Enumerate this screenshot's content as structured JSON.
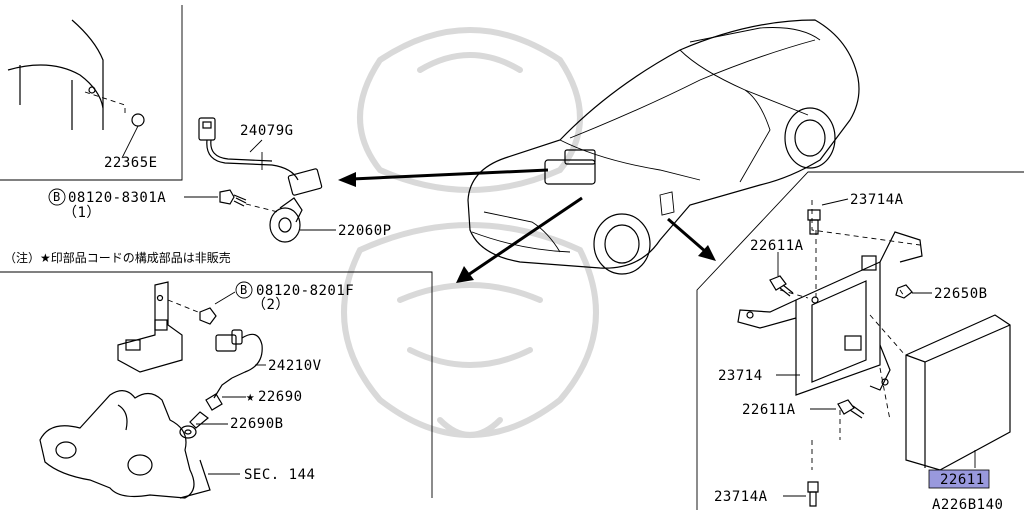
{
  "diagram": {
    "code": "A226B140",
    "note": "（注）★印部品コードの構成部品は非販売",
    "highlight_color": "#9999dd"
  },
  "parts": {
    "p22365E": "22365E",
    "p24079G": "24079G",
    "p08120_8301A": "08120-8301A",
    "p08120_8301A_qty": "（1）",
    "p22060P": "22060P",
    "p08120_8201F": "08120-8201F",
    "p08120_8201F_qty": "（2）",
    "p24210V": "24210V",
    "p22690": "22690",
    "p22690B": "22690B",
    "sec144": "SEC. 144",
    "p23714A_top": "23714A",
    "p22611A_top": "22611A",
    "p22650B": "22650B",
    "p23714": "23714",
    "p22611A_mid": "22611A",
    "p23714A_bottom": "23714A",
    "p22611": "22611"
  },
  "symbols": {
    "bolt_marker": "B",
    "star": "★"
  }
}
